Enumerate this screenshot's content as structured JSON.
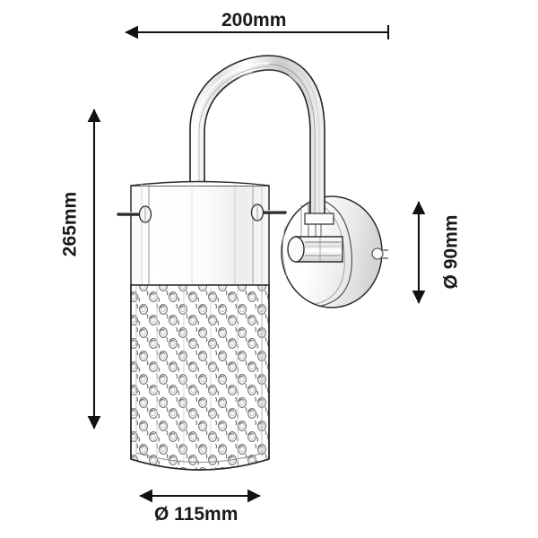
{
  "drawing": {
    "title": "Wall lamp technical dimension drawing",
    "subject": "crystal cylinder wall sconce with curved arm and round wall plate",
    "view": "front elevation",
    "units": "mm",
    "line_color": "#1a1a1a",
    "background_color": "#ffffff"
  },
  "dimensions": {
    "width": {
      "id": "projection-width",
      "label": "200mm",
      "value": 200,
      "unit": "mm",
      "axis": "horizontal",
      "position": "top",
      "arrow_style": "left-arrow-right-tick"
    },
    "height": {
      "id": "overall-height",
      "label": "265mm",
      "value": 265,
      "unit": "mm",
      "axis": "vertical",
      "position": "left",
      "arrow_style": "double-arrow",
      "text_rotation": -90
    },
    "plate_diameter": {
      "id": "wall-plate-diameter",
      "label": "Ø 90mm",
      "value": 90,
      "unit": "mm",
      "axis": "vertical",
      "position": "right",
      "arrow_style": "double-arrow",
      "text_rotation": -90
    },
    "shade_diameter": {
      "id": "shade-diameter",
      "label": "Ø 115mm",
      "value": 115,
      "unit": "mm",
      "axis": "horizontal",
      "position": "bottom",
      "arrow_style": "double-arrow"
    }
  },
  "parts": [
    {
      "name": "curved-arm",
      "description": "inverted U shaped chrome tube"
    },
    {
      "name": "wall-plate",
      "description": "circular mounting backplate"
    },
    {
      "name": "switch-knob",
      "description": "horizontal cylindrical rotary switch"
    },
    {
      "name": "shade-collar",
      "description": "smooth upper cylinder band"
    },
    {
      "name": "crystal-shade",
      "description": "textured crystal bead cylinder"
    },
    {
      "name": "side-screw-left",
      "description": "protruding fixing screw"
    },
    {
      "name": "side-screw-right",
      "description": "protruding fixing screw"
    }
  ]
}
